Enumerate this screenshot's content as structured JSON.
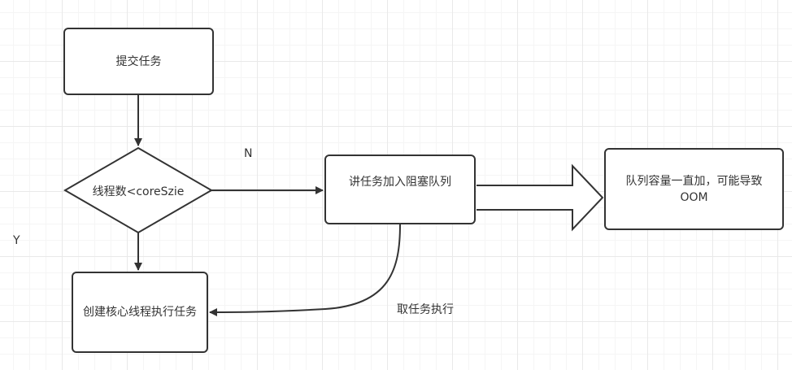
{
  "nodes": {
    "submit": "提交任务",
    "decision": "线程数<coreSzie",
    "enqueue": "讲任务加入阻塞队列",
    "oom": "队列容量一直加，可能导致OOM",
    "create": "创建核心线程执行任务"
  },
  "edges": {
    "no_label": "N",
    "yes_label": "Y",
    "take_label": "取任务执行"
  },
  "colors": {
    "stroke": "#333333",
    "grid": "#e9e9e9",
    "background": "#ffffff"
  }
}
